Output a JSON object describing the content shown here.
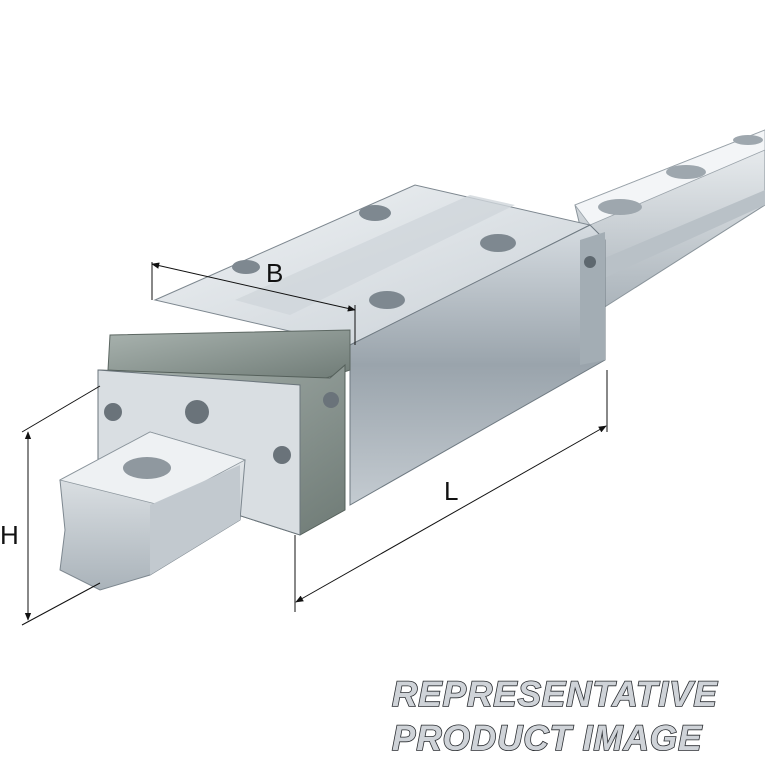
{
  "dimensions": {
    "width_label": "B",
    "length_label": "L",
    "height_label": "H"
  },
  "watermark": {
    "line1": "REPRESENTATIVE",
    "line2": "PRODUCT IMAGE"
  },
  "colors": {
    "steel_light": "#e4e8ec",
    "steel_mid": "#b8c0c7",
    "steel_dark": "#7f8a93",
    "endcap": "#8e9a95",
    "dimension_line": "#111111"
  }
}
